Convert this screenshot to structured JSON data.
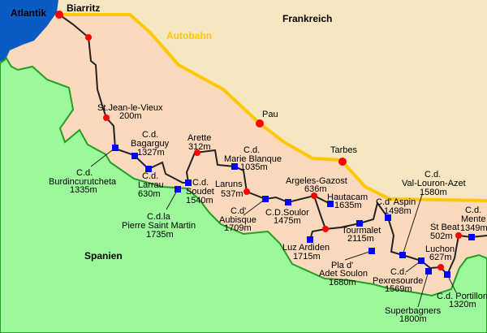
{
  "colors": {
    "sea": "#0a5cc4",
    "france": "#f7e6c2",
    "france_south": "#fad9bd",
    "spain": "#9bf99b",
    "border": "#22a022",
    "autobahn": "#ffc800",
    "city": "#ff0000",
    "pass": "#0000ff",
    "road": "#222222"
  },
  "regions": {
    "sea": "Atlantik",
    "france": "Frankreich",
    "spain": "Spanien",
    "road": "Autobahn"
  },
  "cities": [
    {
      "name": "Biarritz"
    },
    {
      "name": "St.Jean-le-Vieux",
      "alt": "200m"
    },
    {
      "name": "Arette",
      "alt": "312m"
    },
    {
      "name": "Pau"
    },
    {
      "name": "Tarbes"
    },
    {
      "name": "Laruns",
      "alt": "537m"
    },
    {
      "name": "Argeles-Gazost",
      "alt": "636m"
    },
    {
      "name": "St Beat",
      "alt": "502m"
    },
    {
      "name": "Luchon",
      "alt": "627m"
    }
  ],
  "passes": [
    {
      "l1": "C.d.",
      "l2": "Burdincurutcheta",
      "alt": "1335m"
    },
    {
      "l1": "C.d.",
      "l2": "Bagarguy",
      "alt": "1327m"
    },
    {
      "l1": "C.d.",
      "l2": "Larrau",
      "alt": "630m"
    },
    {
      "l1": "C.d.",
      "l2": "Soudet",
      "alt": "1540m"
    },
    {
      "l1": "C.d.la",
      "l2": "Pierre Saint Martin",
      "alt": "1735m"
    },
    {
      "l1": "C.d.",
      "l2": "Marie Blanque",
      "alt": "1035m"
    },
    {
      "l1": "C.d'",
      "l2": "Aubisque",
      "alt": "1709m"
    },
    {
      "l1": "C.D.Soulor",
      "alt": "1475m"
    },
    {
      "l1": "Hautacam",
      "alt": "1635m"
    },
    {
      "l1": "Luz Ardiden",
      "alt": "1715m"
    },
    {
      "l1": "Tourmalet",
      "alt": "2115m"
    },
    {
      "l1": "C.d' Aspin",
      "alt": "1498m"
    },
    {
      "l1": "C.d.",
      "l2": "Val-Louron-Azet",
      "alt": "1580m"
    },
    {
      "l1": "Pla d'",
      "l2": "Adet Soulon",
      "alt": "1680m"
    },
    {
      "l1": "C.d.",
      "l2": "Pexresourde",
      "alt": "1569m"
    },
    {
      "l1": "Superbagners",
      "alt": "1800m"
    },
    {
      "l1": "C.d. Portillon",
      "alt": "1320m"
    },
    {
      "l1": "C.d.",
      "l2": "Mente",
      "alt": "1349m"
    }
  ]
}
